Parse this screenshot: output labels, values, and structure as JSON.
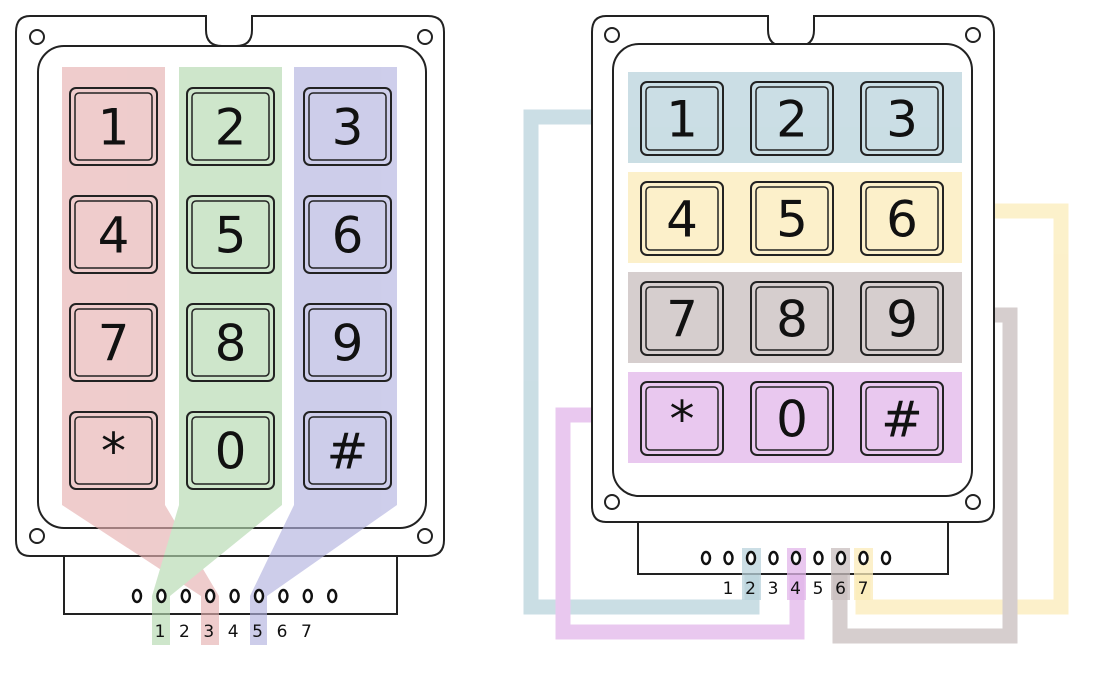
{
  "left_keypad": {
    "keys": [
      [
        "1",
        "2",
        "3"
      ],
      [
        "4",
        "5",
        "6"
      ],
      [
        "7",
        "8",
        "9"
      ],
      [
        "*",
        "0",
        "#"
      ]
    ],
    "column_colors": [
      "#e6b1b1",
      "#b4d9b0",
      "#b3b3e0"
    ],
    "pin_labels": [
      "1",
      "2",
      "3",
      "4",
      "5",
      "6",
      "7"
    ]
  },
  "right_keypad": {
    "keys": [
      [
        "1",
        "2",
        "3"
      ],
      [
        "4",
        "5",
        "6"
      ],
      [
        "7",
        "8",
        "9"
      ],
      [
        "*",
        "0",
        "#"
      ]
    ],
    "row_colors": [
      "#b9d3dc",
      "#fbecb9",
      "#c9bebe",
      "#e2b6ea"
    ],
    "pin_labels": [
      "1",
      "2",
      "3",
      "4",
      "5",
      "6",
      "7"
    ]
  }
}
